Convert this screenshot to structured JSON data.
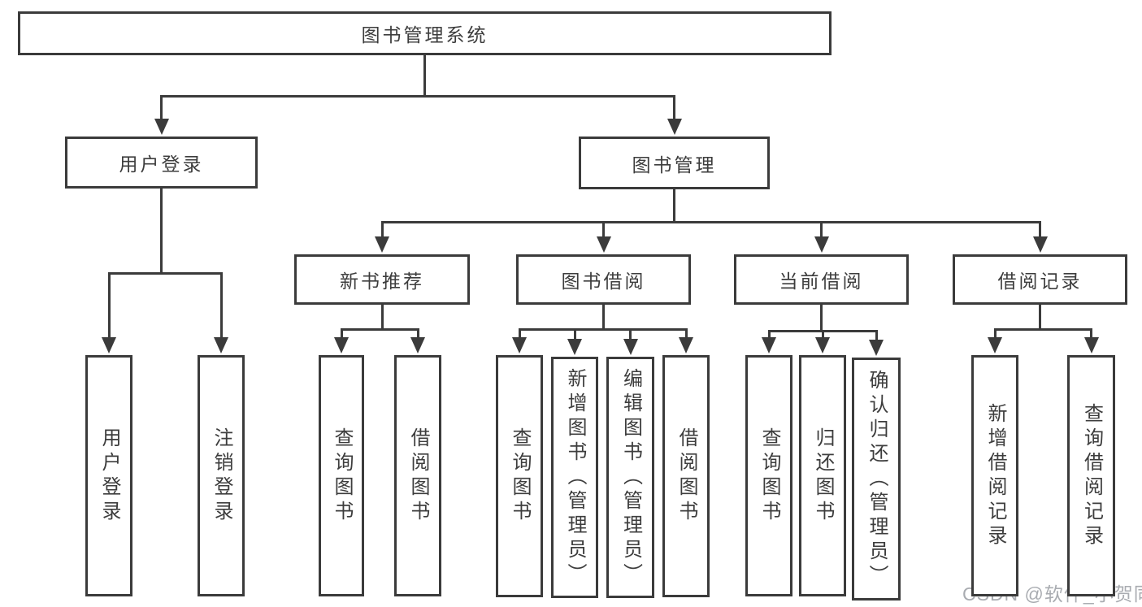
{
  "diagram": {
    "type": "hierarchy-tree",
    "title": "图书管理系统",
    "watermark": "CSDN @软件_小贺同学",
    "colors": {
      "background": "#ffffff",
      "line": "#3b3b3b",
      "text": "#3d3d3d",
      "watermark": "#a9acb1"
    },
    "nodes": {
      "root": {
        "label": "图书管理系统",
        "orientation": "horizontal",
        "level": 1
      },
      "user-login": {
        "label": "用户登录",
        "orientation": "horizontal",
        "level": 2
      },
      "book-mgmt": {
        "label": "图书管理",
        "orientation": "horizontal",
        "level": 2
      },
      "new-book-rec": {
        "label": "新书推荐",
        "orientation": "horizontal",
        "level": 3
      },
      "book-borrow": {
        "label": "图书借阅",
        "orientation": "horizontal",
        "level": 3
      },
      "current-borrow": {
        "label": "当前借阅",
        "orientation": "horizontal",
        "level": 3
      },
      "borrow-records": {
        "label": "借阅记录",
        "orientation": "horizontal",
        "level": 3
      },
      "login-leaf": {
        "label": "用户登录",
        "orientation": "vertical",
        "level": 4
      },
      "logout-leaf": {
        "label": "注销登录",
        "orientation": "vertical",
        "level": 4
      },
      "rec-query": {
        "label": "查询图书",
        "orientation": "vertical",
        "level": 4
      },
      "rec-borrow": {
        "label": "借阅图书",
        "orientation": "vertical",
        "level": 4
      },
      "bb-query": {
        "label": "查询图书",
        "orientation": "vertical",
        "level": 4
      },
      "bb-add": {
        "label": "新增图书（管理员）",
        "orientation": "vertical",
        "level": 4
      },
      "bb-edit": {
        "label": "编辑图书（管理员）",
        "orientation": "vertical",
        "level": 4
      },
      "bb-borrow": {
        "label": "借阅图书",
        "orientation": "vertical",
        "level": 4
      },
      "cb-query": {
        "label": "查询图书",
        "orientation": "vertical",
        "level": 4
      },
      "cb-return": {
        "label": "归还图书",
        "orientation": "vertical",
        "level": 4
      },
      "cb-confirm": {
        "label": "确认归还（管理员）",
        "orientation": "vertical",
        "level": 4
      },
      "br-add": {
        "label": "新增借阅记录",
        "orientation": "vertical",
        "level": 4
      },
      "br-query": {
        "label": "查询借阅记录",
        "orientation": "vertical",
        "level": 4
      }
    },
    "hierarchy": [
      {
        "parent": "root",
        "children": [
          "user-login",
          "book-mgmt"
        ]
      },
      {
        "parent": "user-login",
        "children": [
          "login-leaf",
          "logout-leaf"
        ]
      },
      {
        "parent": "book-mgmt",
        "children": [
          "new-book-rec",
          "book-borrow",
          "current-borrow",
          "borrow-records"
        ]
      },
      {
        "parent": "new-book-rec",
        "children": [
          "rec-query",
          "rec-borrow"
        ]
      },
      {
        "parent": "book-borrow",
        "children": [
          "bb-query",
          "bb-add",
          "bb-edit",
          "bb-borrow"
        ]
      },
      {
        "parent": "current-borrow",
        "children": [
          "cb-query",
          "cb-return",
          "cb-confirm"
        ]
      },
      {
        "parent": "borrow-records",
        "children": [
          "br-add",
          "br-query"
        ]
      }
    ]
  }
}
